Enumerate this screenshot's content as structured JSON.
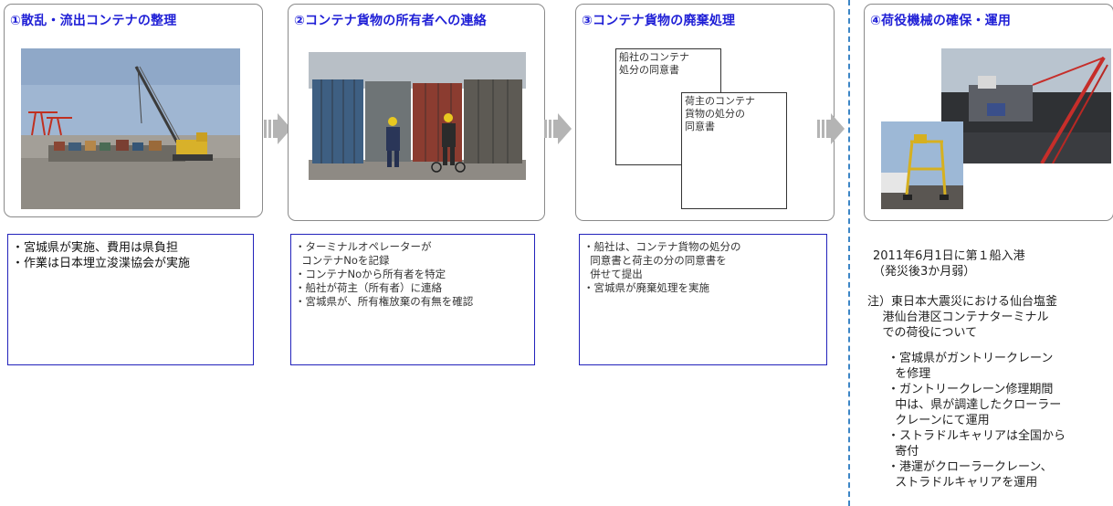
{
  "steps": [
    {
      "title": "①散乱・流出コンテナの整理",
      "notes": [
        "・宮城県が実施、費用は県負担",
        "・作業は日本埋立浚渫協会が実施"
      ]
    },
    {
      "title": "②コンテナ貨物の所有者への連絡",
      "notes": [
        "・ターミナルオペレーターが",
        "  コンテナNoを記録",
        "・コンテナNoから所有者を特定",
        "・船社が荷主（所有者）に連絡",
        "・宮城県が、所有権放棄の有無を確認"
      ]
    },
    {
      "title": "③コンテナ貨物の廃棄処理",
      "doc1": "船社のコンテナ\n処分の同意書",
      "doc2": "荷主のコンテナ\n貨物の処分の\n同意書",
      "notes": [
        "・船社は、コンテナ貨物の処分の",
        "  同意書と荷主の分の同意書を",
        "  併せて提出",
        "・宮城県が廃棄処理を実施"
      ]
    },
    {
      "title": "④荷役機械の確保・運用"
    }
  ],
  "right_panel": {
    "date_line1": "2011年6月1日に第１船入港",
    "date_line2": "（発災後3か月弱）",
    "note_line1": "注）東日本大震災における仙台塩釜",
    "note_line2": "    港仙台港区コンテナターミナル",
    "note_line3": "    での荷役について",
    "items": [
      "・宮城県がガントリークレーン",
      "  を修理",
      "・ガントリークレーン修理期間",
      "  中は、県が調達したクローラー",
      "  クレーンにて運用",
      "・ストラドルキャリアは全国から",
      "  寄付",
      "・港運がクローラークレーン、",
      "  ストラドルキャリアを運用"
    ]
  },
  "colors": {
    "title_blue": "#1f1fd6",
    "box_border": "#2222bb",
    "divider": "#3d86c6",
    "arrow_gray": "#b4b4b4"
  }
}
